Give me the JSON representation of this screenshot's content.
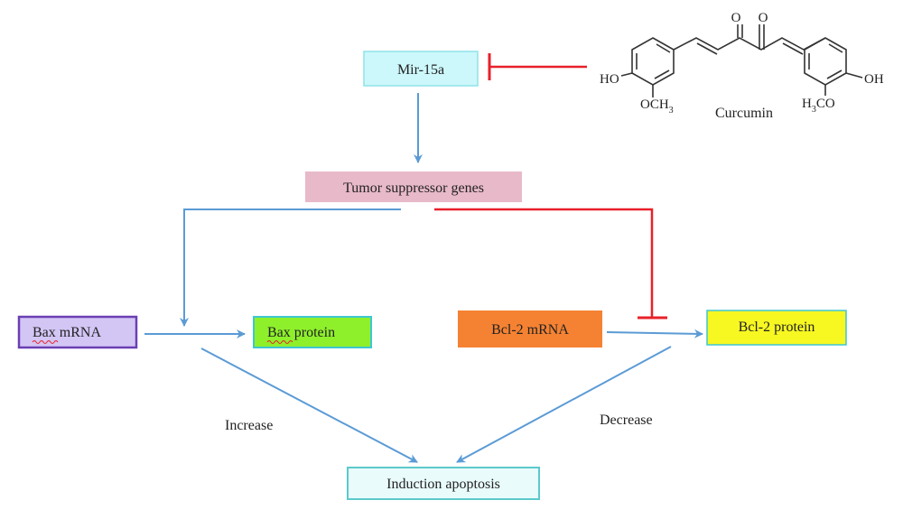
{
  "nodes": {
    "mir15a": {
      "label": "Mir-15a",
      "fill": "#ccf7fb",
      "stroke": "#8fe3e8"
    },
    "tsg": {
      "label": "Tumor suppressor genes",
      "fill": "#e8b9c9",
      "stroke": "#e8b9c9"
    },
    "bax_mrna": {
      "label": "Bax mRNA",
      "fill": "#d3c6f5",
      "stroke": "#6b3fb3"
    },
    "bax_protein": {
      "label": "Bax protein",
      "fill": "#8ef02b",
      "stroke": "#3fc6d2"
    },
    "bcl2_mrna": {
      "label": "Bcl-2 mRNA",
      "fill": "#f58232",
      "stroke": "#f58232"
    },
    "bcl2_protein": {
      "label": "Bcl-2 protein",
      "fill": "#f7f722",
      "stroke": "#3fc6d2"
    },
    "apoptosis": {
      "label": "Induction apoptosis",
      "fill": "#e9fbfb",
      "stroke": "#5cc9cc"
    }
  },
  "labels": {
    "increase": "Increase",
    "decrease": "Decrease"
  },
  "curcumin": {
    "name": "Curcumin",
    "ho": "HO",
    "oh": "OH",
    "och3_main": "OCH",
    "och3_sub": "3",
    "h3co_h": "H",
    "h3co_sub": "3",
    "h3co_rest": "CO",
    "o_left": "O",
    "o_right": "O"
  },
  "colors": {
    "activate": "#5b9bd5",
    "inhibit": "#e8202a",
    "structure": "#333333"
  }
}
